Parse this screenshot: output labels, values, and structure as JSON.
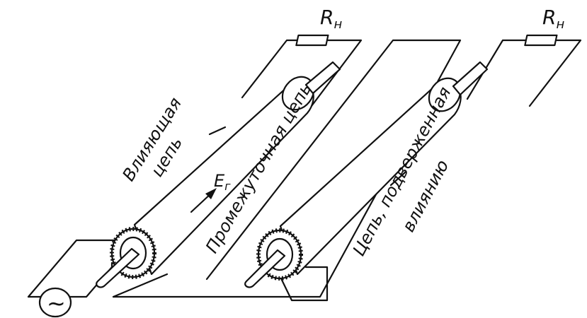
{
  "labels": {
    "load_left": "R",
    "load_left_sub": "н",
    "load_right": "R",
    "load_right_sub": "н",
    "influencing_line1": "Влияющая",
    "influencing_line2": "цепь",
    "field": "E",
    "field_sub": "г",
    "intermediate": "Промежуточная цепь",
    "affected_line1": "Цепь, подверженная",
    "affected_line2": "влиянию",
    "generator_symbol": "~"
  }
}
